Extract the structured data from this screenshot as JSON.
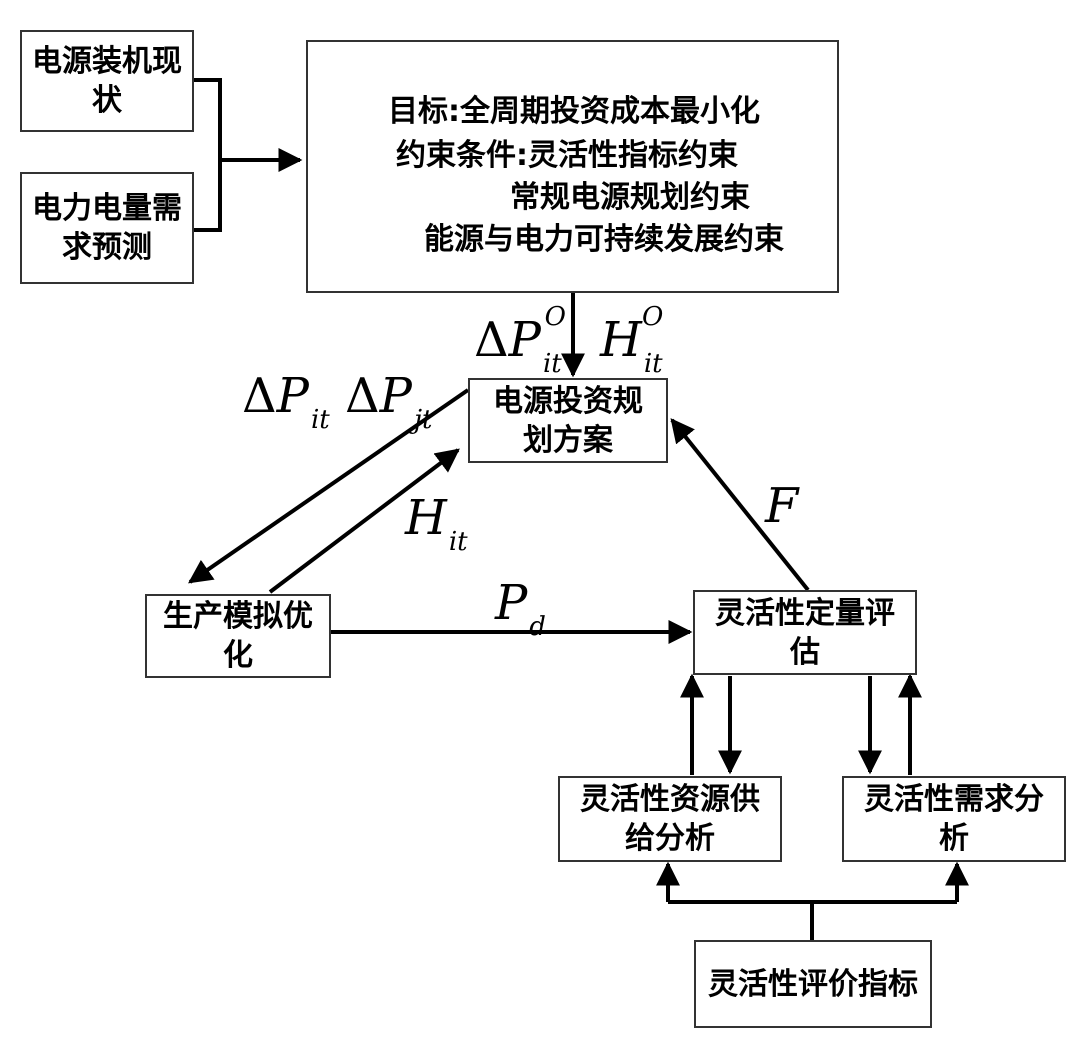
{
  "boxes": {
    "existing_capacity": [
      "电源装机现",
      "状"
    ],
    "demand_forecast": [
      "电力电量需",
      "求预测"
    ],
    "investment_plan": [
      "电源投资规",
      "划方案"
    ],
    "production_sim": [
      "生产模拟优",
      "化"
    ],
    "flex_quant_eval": [
      "灵活性定量评",
      "估"
    ],
    "flex_supply": [
      "灵活性资源供",
      "给分析"
    ],
    "flex_demand": [
      "灵活性需求分",
      "析"
    ],
    "flex_indicators": [
      "灵活性评价指标"
    ]
  },
  "objective": {
    "line1": "目标:全周期投资成本最小化",
    "line2": "约束条件:灵活性指标约束",
    "line3": "常规电源规划约束",
    "line4": "能源与电力可持续发展约束"
  },
  "labels": {
    "delta_p_io": {
      "delta": "Δ",
      "base": "P",
      "sup": "O",
      "sub": "it"
    },
    "h_io": {
      "base": "H",
      "sup": "O",
      "sub": "it"
    },
    "delta_p_it": {
      "delta": "Δ",
      "base": "P",
      "sub": "it"
    },
    "delta_p_jt": {
      "delta": "Δ",
      "base": "P",
      "sub": "jt"
    },
    "h_it": {
      "base": "H",
      "sub": "it"
    },
    "f": {
      "base": "F"
    },
    "p_d": {
      "base": "P",
      "sub": "d"
    }
  }
}
